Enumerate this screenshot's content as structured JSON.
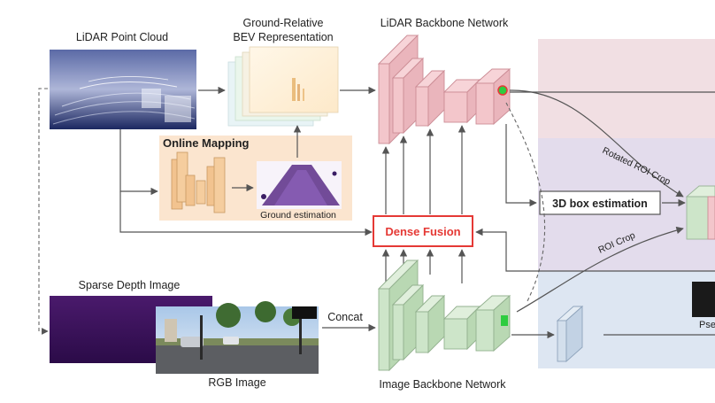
{
  "labels": {
    "lidar_point_cloud": "LiDAR Point Cloud",
    "bev_line1": "Ground-Relative",
    "bev_line2": "BEV Representation",
    "lidar_backbone": "LiDAR Backbone Network",
    "online_mapping": "Online Mapping",
    "ground_estimation": "Ground estimation",
    "dense_fusion": "Dense Fusion",
    "box_estimation": "3D box estimation",
    "rotated_roi_crop": "Rotated ROI Crop",
    "roi_crop": "ROI Crop",
    "sparse_depth": "Sparse Depth Image",
    "concat": "Concat",
    "rgb_image": "RGB Image",
    "image_backbone": "Image Backbone Network",
    "pse_fragment": "Pse"
  },
  "colors": {
    "lidar_net": "#f3c6cb",
    "image_net": "#cde5c9",
    "mapping_net": "#f2c38f",
    "dense_fusion": "#e53935",
    "panel_pink": "#f1dfe3",
    "panel_purple": "#e3dcec",
    "panel_blue": "#dde6f2"
  }
}
